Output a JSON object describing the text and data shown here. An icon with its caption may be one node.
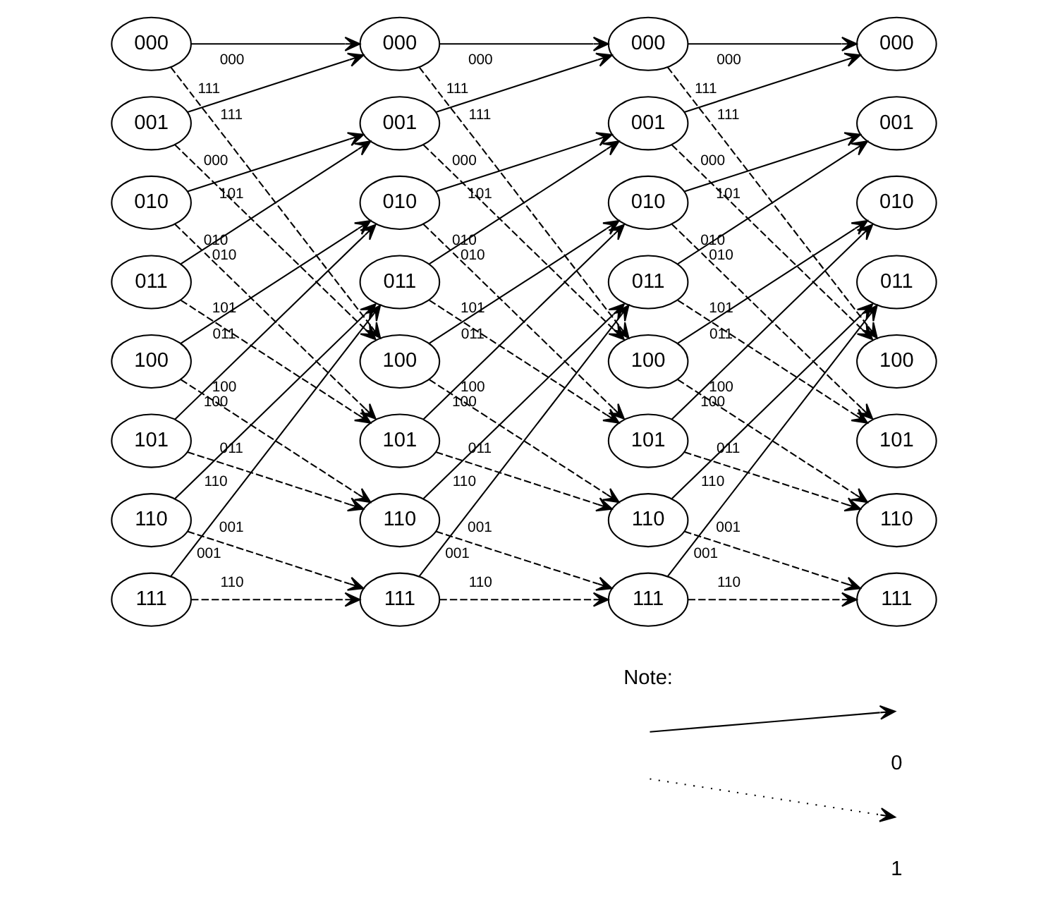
{
  "diagram": {
    "nodes": [
      {
        "text": [
          "000"
        ]
      },
      {
        "text": [
          "001"
        ]
      },
      {
        "text": [
          "010"
        ]
      },
      {
        "text": [
          "011"
        ]
      },
      {
        "text": [
          "100"
        ]
      },
      {
        "text": [
          "101"
        ]
      },
      {
        "text": [
          "110"
        ]
      },
      {
        "text": [
          "111"
        ]
      },
      {
        "text": [
          "000"
        ]
      },
      {
        "text": [
          "001"
        ]
      },
      {
        "text": [
          "010"
        ]
      },
      {
        "text": [
          "011"
        ]
      },
      {
        "text": [
          "100"
        ]
      },
      {
        "text": [
          "101"
        ]
      },
      {
        "text": [
          "110"
        ]
      },
      {
        "text": [
          "111"
        ]
      },
      {
        "text": [
          "000"
        ]
      },
      {
        "text": [
          "001"
        ]
      },
      {
        "text": [
          "010"
        ]
      },
      {
        "text": [
          "011"
        ]
      },
      {
        "text": [
          "100"
        ]
      },
      {
        "text": [
          "101"
        ]
      },
      {
        "text": [
          "110"
        ]
      },
      {
        "text": [
          "111"
        ]
      },
      {
        "text": [
          "000"
        ]
      },
      {
        "text": [
          "001"
        ]
      },
      {
        "text": [
          "010"
        ]
      },
      {
        "text": [
          "011"
        ]
      },
      {
        "text": [
          "100"
        ]
      },
      {
        "text": [
          "101"
        ]
      },
      {
        "text": [
          "110"
        ]
      },
      {
        "text": [
          "111"
        ]
      }
    ],
    "edges": [
      {
        "from": 0,
        "to": 8,
        "arrow": "to",
        "label": "000"
      },
      {
        "from": 0,
        "to": 12,
        "arrow": "to",
        "label": "111",
        "style": "dashed"
      },
      {
        "from": 1,
        "to": 8,
        "arrow": "to",
        "label": "111"
      },
      {
        "from": 1,
        "to": 12,
        "arrow": "to",
        "label": "000",
        "style": "dashed"
      },
      {
        "from": 2,
        "to": 9,
        "arrow": "to",
        "label": "101"
      },
      {
        "from": 2,
        "to": 13,
        "arrow": "to",
        "label": "010",
        "style": "dashed"
      },
      {
        "from": 3,
        "to": 9,
        "arrow": "to",
        "label": "010"
      },
      {
        "from": 3,
        "to": 13,
        "arrow": "to",
        "label": "101",
        "style": "dashed"
      },
      {
        "from": 4,
        "to": 10,
        "arrow": "to",
        "label": "011"
      },
      {
        "from": 4,
        "to": 14,
        "arrow": "to",
        "label": "100",
        "style": "dashed"
      },
      {
        "from": 5,
        "to": 10,
        "arrow": "to",
        "label": "100"
      },
      {
        "from": 5,
        "to": 14,
        "arrow": "to",
        "label": "011",
        "style": "dashed"
      },
      {
        "from": 6,
        "to": 11,
        "arrow": "to",
        "label": "110"
      },
      {
        "from": 6,
        "to": 15,
        "arrow": "to",
        "label": "001",
        "style": "dashed"
      },
      {
        "from": 7,
        "to": 11,
        "arrow": "to",
        "label": "001"
      },
      {
        "from": 7,
        "to": 15,
        "arrow": "to",
        "label": "110",
        "style": "dashed"
      },
      {
        "from": 8,
        "to": 16,
        "arrow": "to",
        "label": "000"
      },
      {
        "from": 8,
        "to": 20,
        "arrow": "to",
        "label": "111",
        "style": "dashed"
      },
      {
        "from": 9,
        "to": 16,
        "arrow": "to",
        "label": "111"
      },
      {
        "from": 9,
        "to": 20,
        "arrow": "to",
        "label": "000",
        "style": "dashed"
      },
      {
        "from": 10,
        "to": 17,
        "arrow": "to",
        "label": "101"
      },
      {
        "from": 10,
        "to": 21,
        "arrow": "to",
        "label": "010",
        "style": "dashed"
      },
      {
        "from": 11,
        "to": 17,
        "arrow": "to",
        "label": "010"
      },
      {
        "from": 11,
        "to": 21,
        "arrow": "to",
        "label": "101",
        "style": "dashed"
      },
      {
        "from": 12,
        "to": 18,
        "arrow": "to",
        "label": "011"
      },
      {
        "from": 12,
        "to": 22,
        "arrow": "to",
        "label": "100",
        "style": "dashed"
      },
      {
        "from": 13,
        "to": 18,
        "arrow": "to",
        "label": "100"
      },
      {
        "from": 13,
        "to": 22,
        "arrow": "to",
        "label": "011",
        "style": "dashed"
      },
      {
        "from": 14,
        "to": 19,
        "arrow": "to",
        "label": "110"
      },
      {
        "from": 14,
        "to": 23,
        "arrow": "to",
        "label": "001",
        "style": "dashed"
      },
      {
        "from": 15,
        "to": 19,
        "arrow": "to",
        "label": "001"
      },
      {
        "from": 15,
        "to": 23,
        "arrow": "to",
        "label": "110",
        "style": "dashed"
      },
      {
        "from": 16,
        "to": 24,
        "arrow": "to",
        "label": "000"
      },
      {
        "from": 16,
        "to": 28,
        "arrow": "to",
        "label": "111",
        "style": "dashed"
      },
      {
        "from": 17,
        "to": 24,
        "arrow": "to",
        "label": "111"
      },
      {
        "from": 17,
        "to": 28,
        "arrow": "to",
        "label": "000",
        "style": "dashed"
      },
      {
        "from": 18,
        "to": 25,
        "arrow": "to",
        "label": "101"
      },
      {
        "from": 18,
        "to": 29,
        "arrow": "to",
        "label": "010",
        "style": "dashed"
      },
      {
        "from": 19,
        "to": 25,
        "arrow": "to",
        "label": "010"
      },
      {
        "from": 19,
        "to": 29,
        "arrow": "to",
        "label": "101",
        "style": "dashed"
      },
      {
        "from": 20,
        "to": 26,
        "arrow": "to",
        "label": "011"
      },
      {
        "from": 20,
        "to": 30,
        "arrow": "to",
        "label": "100",
        "style": "dashed"
      },
      {
        "from": 21,
        "to": 26,
        "arrow": "to",
        "label": "100"
      },
      {
        "from": 21,
        "to": 30,
        "arrow": "to",
        "label": "011",
        "style": "dashed"
      },
      {
        "from": 22,
        "to": 27,
        "arrow": "to",
        "label": "110"
      },
      {
        "from": 22,
        "to": 31,
        "arrow": "to",
        "label": "001",
        "style": "dashed"
      },
      {
        "from": 23,
        "to": 27,
        "arrow": "to",
        "label": "001"
      },
      {
        "from": 23,
        "to": 31,
        "arrow": "to",
        "label": "110",
        "style": "dashed"
      }
    ],
    "labels": [
      "Note:"
    ],
    "legend": [
      {
        "text": "0"
      },
      {
        "text": "1"
      }
    ]
  }
}
